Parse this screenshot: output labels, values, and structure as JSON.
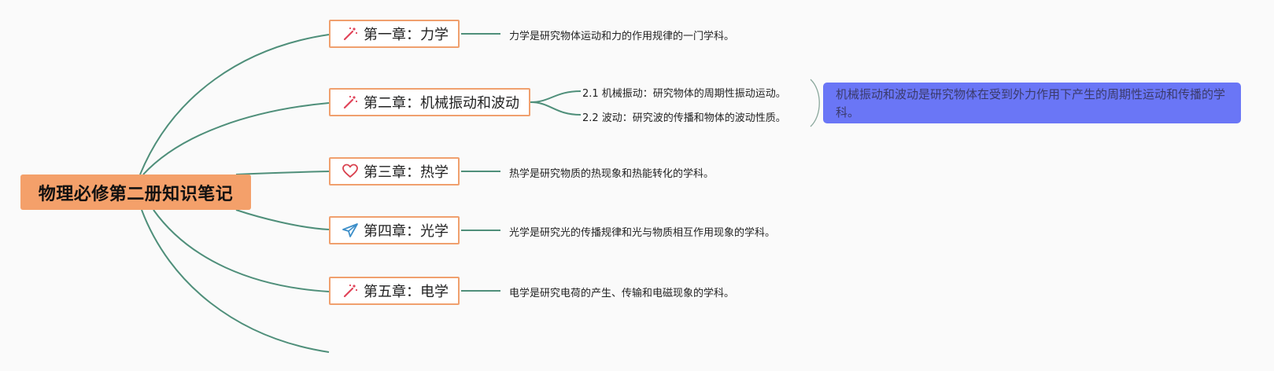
{
  "root": {
    "label": "物理必修第二册知识笔记"
  },
  "chapters": [
    {
      "label": "第一章：力学",
      "icon": "magic-wand-icon",
      "desc": "力学是研究物体运动和力的作用规律的一门学科。"
    },
    {
      "label": "第二章：机械振动和波动",
      "icon": "magic-wand-icon",
      "subs": [
        "2.1 机械振动：研究物体的周期性振动运动。",
        "2.2 波动：研究波的传播和物体的波动性质。"
      ],
      "summary": "机械振动和波动是研究物体在受到外力作用下产生的周期性运动和传播的学科。"
    },
    {
      "label": "第三章：热学",
      "icon": "heart-icon",
      "desc": "热学是研究物质的热现象和热能转化的学科。"
    },
    {
      "label": "第四章：光学",
      "icon": "paper-plane-icon",
      "desc": "光学是研究光的传播规律和光与物质相互作用现象的学科。"
    },
    {
      "label": "第五章：电学",
      "icon": "magic-wand-icon",
      "desc": "电学是研究电荷的产生、传输和电磁现象的学科。"
    }
  ],
  "colors": {
    "branch": "#4f8f7a",
    "root_bg": "#f4a06a",
    "topic_border": "#f0a06e",
    "summary_bg": "#6a76f6",
    "wand": "#e0455a",
    "heart": "#d9424f",
    "plane": "#3d8fc9"
  }
}
